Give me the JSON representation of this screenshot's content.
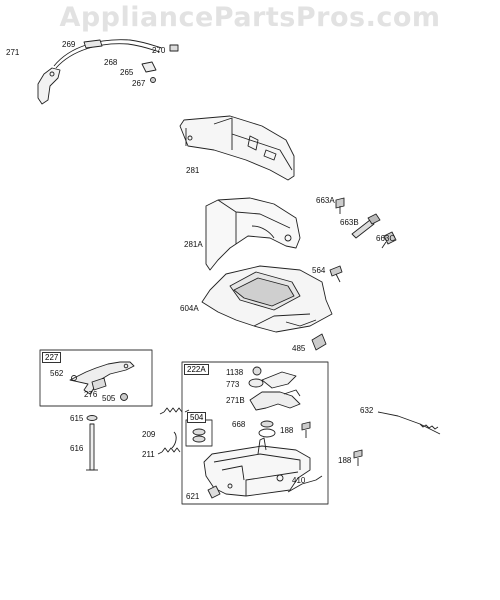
{
  "watermark": "AppliancePartsPros.com",
  "callouts": {
    "c271": "271",
    "c269": "269",
    "c270": "270",
    "c268": "268",
    "c265": "265",
    "c267": "267",
    "c281": "281",
    "c663A": "663A",
    "c663B": "663B",
    "c663C": "663C",
    "c281A": "281A",
    "c564": "564",
    "c604A": "604A",
    "c485": "485",
    "c562": "562",
    "c276": "276",
    "c505": "505",
    "c1138": "1138",
    "c773": "773",
    "c271B": "271B",
    "c668": "668",
    "c188a": "188",
    "c632": "632",
    "c615": "615",
    "c209": "209",
    "c616": "616",
    "c211": "211",
    "c188b": "188",
    "c410": "410",
    "c621": "621"
  },
  "boxes": {
    "kit227": "227",
    "kit222A": "222A",
    "kit504": "504"
  }
}
